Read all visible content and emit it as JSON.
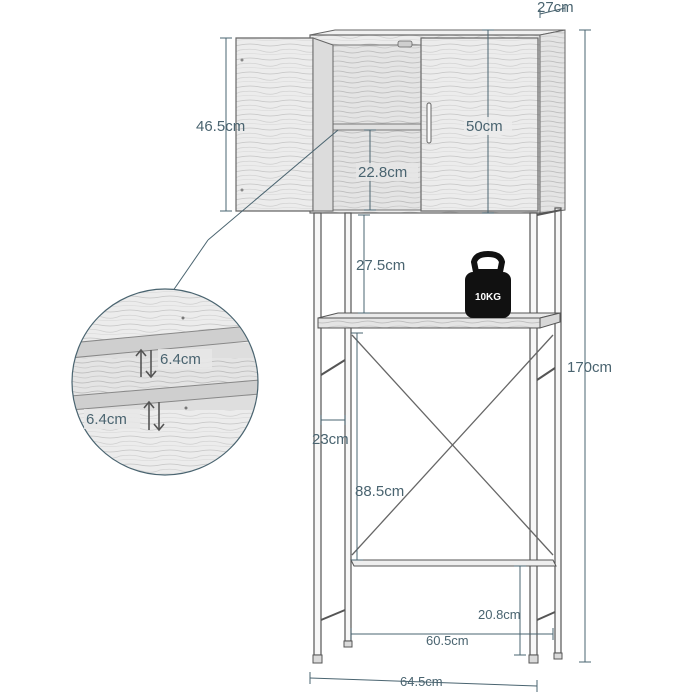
{
  "product": {
    "dimensions": {
      "top_depth": "27cm",
      "door_height": "46.5cm",
      "cabinet_height": "50cm",
      "inner_shelf_gap": "22.8cm",
      "open_shelf_gap": "27.5cm",
      "total_height": "170cm",
      "side_brace_height": "23cm",
      "toilet_clearance_height": "88.5cm",
      "bottom_bar_height": "20.8cm",
      "inner_width": "60.5cm",
      "outer_width": "64.5cm"
    },
    "zoom_detail": {
      "shelf_step_upper": "6.4cm",
      "shelf_step_lower": "6.4cm"
    },
    "weight_badge": {
      "label": "10KG",
      "color": "#111111"
    },
    "colors": {
      "dimension_text": "#4a6470",
      "frame_line": "#555555",
      "wood_light": "#e9e9e9",
      "wood_grain": "#bdbdbd"
    }
  }
}
